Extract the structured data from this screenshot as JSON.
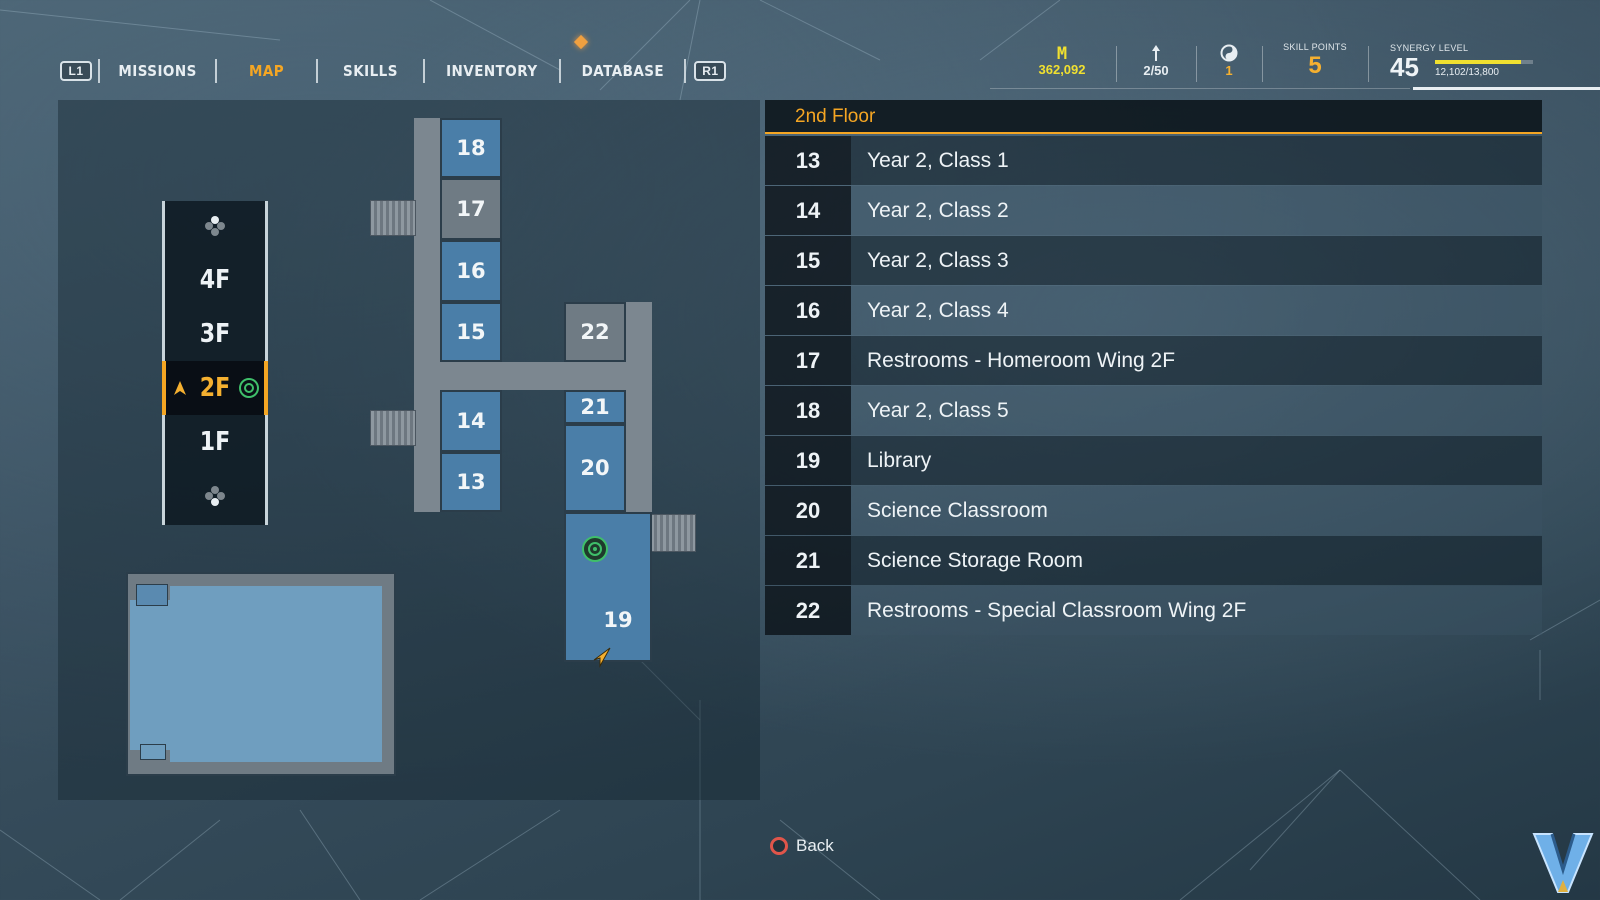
{
  "nav": {
    "left_button": "L1",
    "right_button": "R1",
    "tabs": [
      "MISSIONS",
      "MAP",
      "SKILLS",
      "INVENTORY",
      "DATABASE"
    ],
    "active_tab": "MAP"
  },
  "stats": {
    "money_symbol": "M",
    "money": "362,092",
    "collectibles": "2/50",
    "tokens": "1",
    "skill_points_label": "SKILL POINTS",
    "skill_points": "5",
    "synergy_label": "SYNERGY LEVEL",
    "synergy_level": "45",
    "synergy_xp": "12,102/13,800",
    "synergy_progress": 0.877
  },
  "floor_selector": {
    "floors": [
      "4F",
      "3F",
      "2F",
      "1F"
    ],
    "current": "2F"
  },
  "map": {
    "rooms": [
      "18",
      "17",
      "16",
      "15",
      "14",
      "13",
      "22",
      "21",
      "20",
      "19"
    ]
  },
  "list": {
    "title": "2nd Floor",
    "rows": [
      {
        "num": "13",
        "name": "Year 2, Class 1"
      },
      {
        "num": "14",
        "name": "Year 2, Class 2"
      },
      {
        "num": "15",
        "name": "Year 2, Class 3"
      },
      {
        "num": "16",
        "name": "Year 2, Class 4"
      },
      {
        "num": "17",
        "name": "Restrooms - Homeroom Wing 2F"
      },
      {
        "num": "18",
        "name": "Year 2, Class 5"
      },
      {
        "num": "19",
        "name": "Library"
      },
      {
        "num": "20",
        "name": "Science Classroom"
      },
      {
        "num": "21",
        "name": "Science Storage Room"
      },
      {
        "num": "22",
        "name": "Restrooms - Special Classroom Wing 2F"
      }
    ]
  },
  "footer": {
    "back_label": "Back"
  },
  "colors": {
    "accent": "#f5a623",
    "money": "#f0e030",
    "room": "#4a7ea8",
    "objective": "#3fbf6a"
  },
  "icons": [
    "dpad-up-icon",
    "dpad-down-icon",
    "player-arrow-icon",
    "objective-marker-icon",
    "collectible-pin-icon",
    "token-icon",
    "circle-button-icon",
    "game-logo-icon"
  ]
}
